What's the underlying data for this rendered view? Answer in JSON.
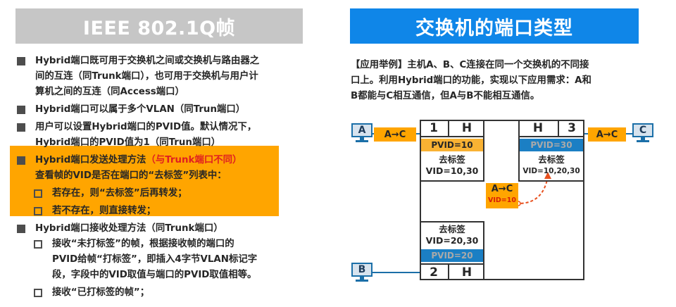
{
  "left": {
    "title": "IEEE 802.1Q帧",
    "b1_l1": "Hybrid端口既可用于交换机之间或交换机与路由器之",
    "b1_l2": "间的互连（同Trunk端口），也可用于交换机与用户计",
    "b1_l3": "算机之间的互连（同Access端口）",
    "b2": "Hybrid端口可以属于多个VLAN（同Trun端口）",
    "b3_l1": "用户可以设置Hybrid端口的PVID值。默认情况下，",
    "b3_l2": "Hybrid端口的PVID值为1（同Trun端口）",
    "b4_main": "Hybrid端口发送处理方法",
    "b4_note": "（与Trunk端口不同）",
    "b4_sub": "查看帧的VID是否在端口的“去标签”列表中：",
    "b4_opt1": "若存在，则“去标签”后再转发；",
    "b4_opt2": "若不存在，则直接转发；",
    "b5": "Hybrid端口接收处理方法（同Trunk端口）",
    "b5_opt1_l1": "接收“未打标签”的帧，根据接收帧的端口的",
    "b5_opt1_l2": "PVID给帧“打标签”，即插入4字节VLAN标记字",
    "b5_opt1_l3": "段，字段中的VID取值与端口的PVID取值相等。",
    "b5_opt2": "接收“已打标签的帧”；"
  },
  "right": {
    "title": "交换机的端口类型",
    "example_l1": "【应用举例】主机A、B、C连接在同一个交换机的不同接",
    "example_l2": "口上。利用Hybrid端口的功能，实现以下应用需求：A和",
    "example_l3": "B都能与C相互通信，但A与B不能相互通信。"
  },
  "diagram": {
    "host_a": "A",
    "host_b": "B",
    "host_c": "C",
    "port1_num": "1",
    "port1_type": "H",
    "port3_type": "H",
    "port3_num": "3",
    "port2_num": "2",
    "port2_type": "H",
    "pvid1": "PVID=10",
    "pvid3": "PVID=30",
    "pvid2": "PVID=20",
    "untag_label": "去标签",
    "untag1_vid": "VID=10,30",
    "untag3_vid": "VID=10,20,30",
    "untag2_vid": "VID=20,30",
    "frame_left": "A→C",
    "frame_right": "A→C",
    "frame_inner": "A→C",
    "frame_inner_vid": "VID=10"
  },
  "colors": {
    "left_title_bg": "#c6c6c6",
    "right_title_bg": "#0f86e8",
    "highlight": "#ffa500",
    "note_red": "#e02020",
    "pvid_blue": "#1b7fc4",
    "arrow_red": "#e8501e"
  }
}
